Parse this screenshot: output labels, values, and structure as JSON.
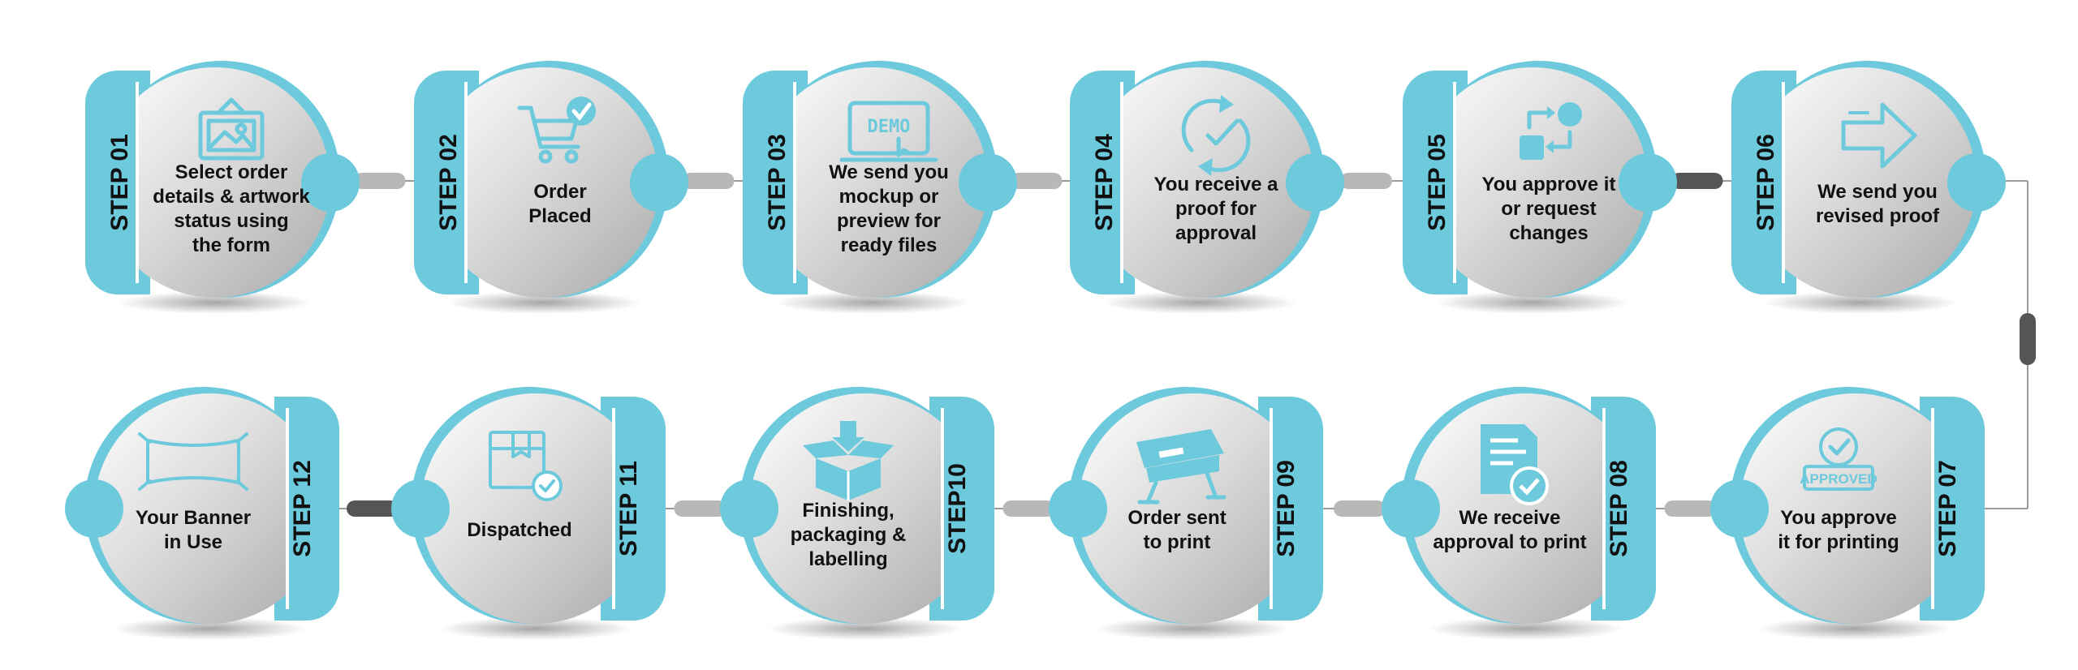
{
  "colors": {
    "accent": "#6ccadc",
    "text": "#111111",
    "connector_light": "#b8b8b8",
    "connector_dark": "#555555",
    "line": "#9a9a9a"
  },
  "steps": [
    {
      "label": "STEP 01",
      "lines": [
        "Select order",
        "details & artwork",
        "status using",
        "the form"
      ],
      "icon": "framed-picture-icon"
    },
    {
      "label": "STEP 02",
      "lines": [
        "Order",
        "Placed"
      ],
      "icon": "cart-check-icon"
    },
    {
      "label": "STEP 03",
      "lines": [
        "We send you",
        "mockup or",
        "preview for",
        "ready files"
      ],
      "icon": "demo-laptop-icon"
    },
    {
      "label": "STEP 04",
      "lines": [
        "You receive a",
        "proof for",
        "approval"
      ],
      "icon": "refresh-check-icon"
    },
    {
      "label": "STEP 05",
      "lines": [
        "You approve it",
        "or request",
        "changes"
      ],
      "icon": "workflow-icon"
    },
    {
      "label": "STEP 06",
      "lines": [
        "We send you",
        "revised proof"
      ],
      "icon": "arrow-right-icon"
    },
    {
      "label": "STEP 07",
      "lines": [
        "You approve",
        "it for printing"
      ],
      "icon": "approved-stamp-icon",
      "stamp_text": "APPROVED"
    },
    {
      "label": "STEP 08",
      "lines": [
        "We receive",
        "approval to print"
      ],
      "icon": "document-check-icon"
    },
    {
      "label": "STEP 09",
      "lines": [
        "Order sent",
        "to print"
      ],
      "icon": "printer-icon"
    },
    {
      "label": "STEP10",
      "lines": [
        "Finishing,",
        "packaging &",
        "labelling"
      ],
      "icon": "box-download-icon"
    },
    {
      "label": "STEP 11",
      "lines": [
        "Dispatched"
      ],
      "icon": "package-check-icon"
    },
    {
      "label": "STEP 12",
      "lines": [
        "Your Banner",
        "in Use"
      ],
      "icon": "banner-icon"
    }
  ]
}
